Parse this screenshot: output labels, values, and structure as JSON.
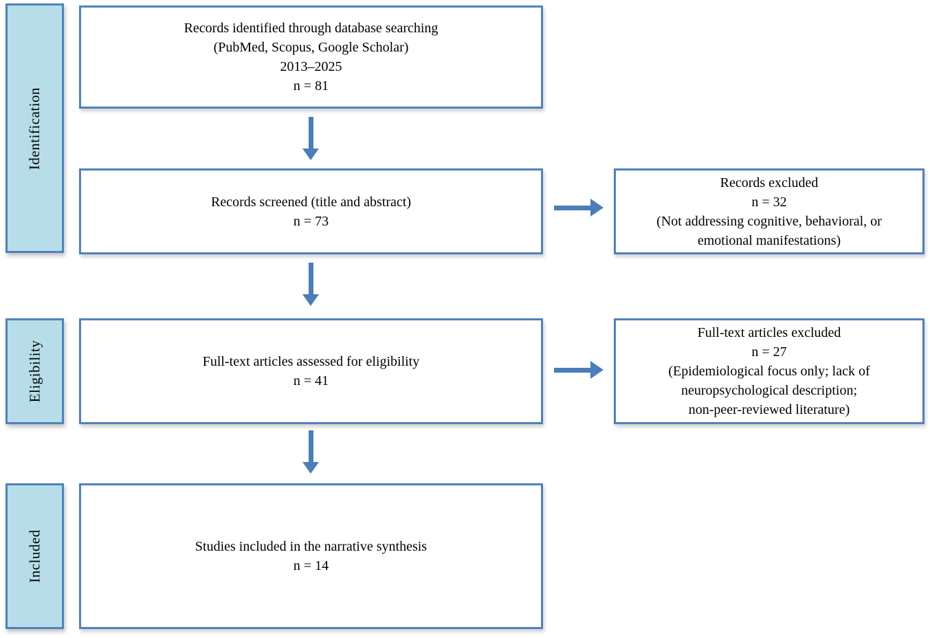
{
  "colors": {
    "box_border": "#4f81bd",
    "arrow": "#4a7ebb",
    "stage_fill": "#b7dee8",
    "box_fill": "#ffffff",
    "text": "#000000"
  },
  "stages": {
    "identification": "Identification",
    "eligibility": "Eligibility",
    "included": "Included"
  },
  "boxes": {
    "identified": {
      "lines": [
        "Records identified through database searching",
        "(PubMed, Scopus, Google Scholar)",
        "2013–2025",
        "n = 81"
      ]
    },
    "screened": {
      "lines": [
        "Records screened (title and abstract)",
        "n = 73"
      ]
    },
    "fulltext_assessed": {
      "lines": [
        "Full-text articles assessed for eligibility",
        "n = 41"
      ]
    },
    "included_studies": {
      "lines": [
        "Studies included in the narrative synthesis",
        "n = 14"
      ]
    },
    "records_excluded": {
      "lines": [
        "Records excluded",
        "n = 32",
        "(Not addressing cognitive, behavioral, or",
        "emotional manifestations)"
      ]
    },
    "fulltext_excluded": {
      "lines": [
        "Full-text articles excluded",
        "n = 27",
        "(Epidemiological focus only; lack of",
        "neuropsychological description;",
        "non-peer-reviewed literature)"
      ]
    }
  }
}
